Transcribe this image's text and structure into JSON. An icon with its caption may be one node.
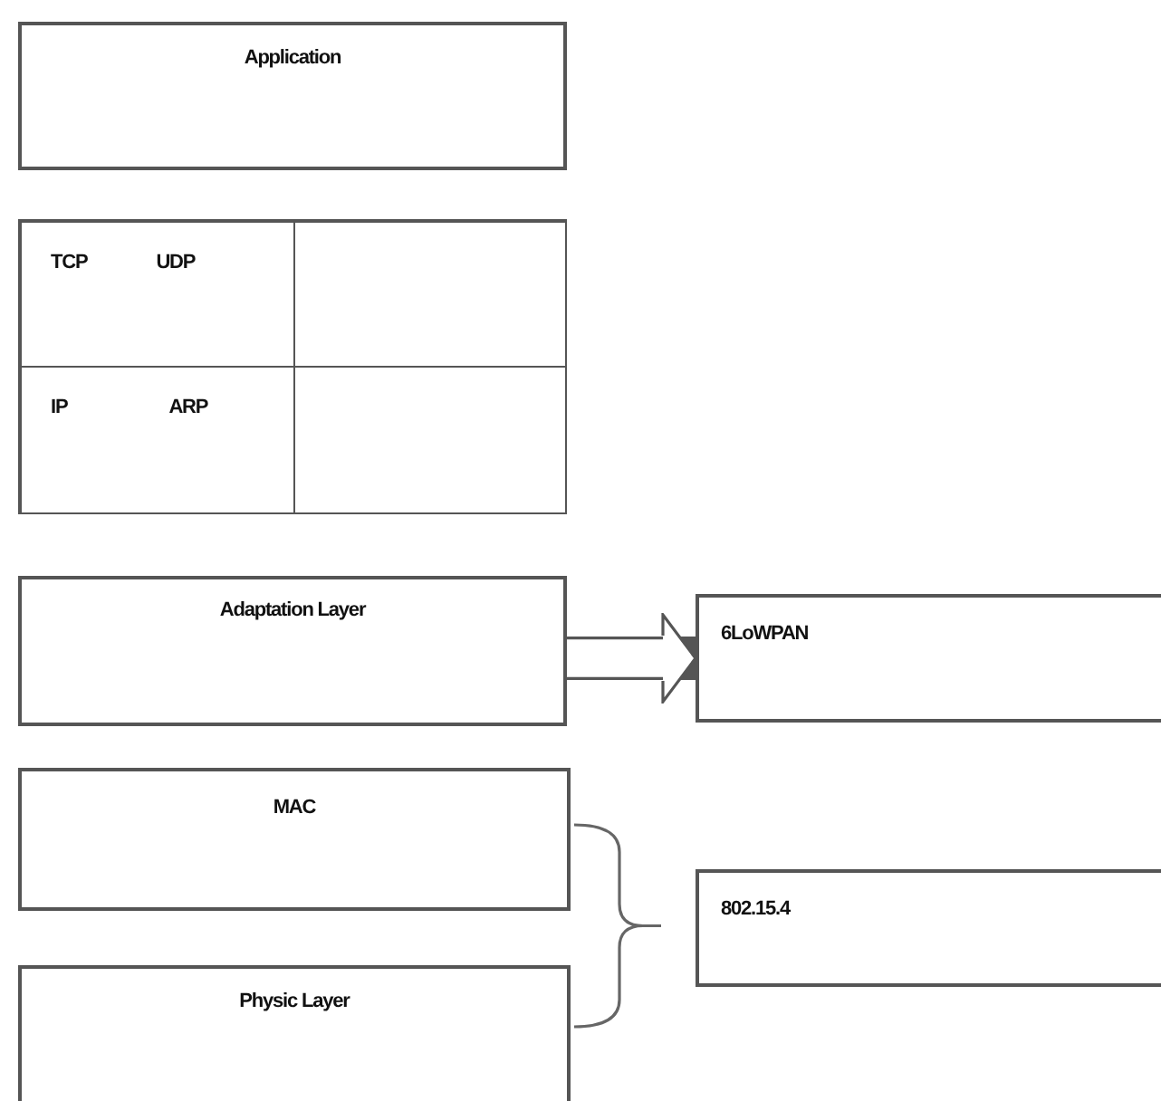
{
  "diagram": {
    "nodes": [
      {
        "text": [
          "Application"
        ]
      },
      {
        "text": [],
        "shape": "box"
      },
      {
        "text": [
          "TCP",
          "UDP"
        ],
        "in": 1
      },
      {
        "text": [],
        "shape": "box",
        "in": 1
      },
      {
        "text": [
          "IP",
          "ARP"
        ],
        "in": 1
      },
      {
        "text": [],
        "shape": "box",
        "in": 1
      },
      {
        "text": [
          "Adaptation Layer"
        ]
      },
      {
        "text": [
          "6LoWPAN"
        ]
      },
      {
        "text": [
          "MAC"
        ]
      },
      {
        "text": [
          "Physic Layer"
        ]
      },
      {
        "text": [
          "802.15.4"
        ]
      }
    ],
    "edges": [
      {
        "from": 6,
        "to": 7,
        "arrow": "to"
      }
    ]
  }
}
